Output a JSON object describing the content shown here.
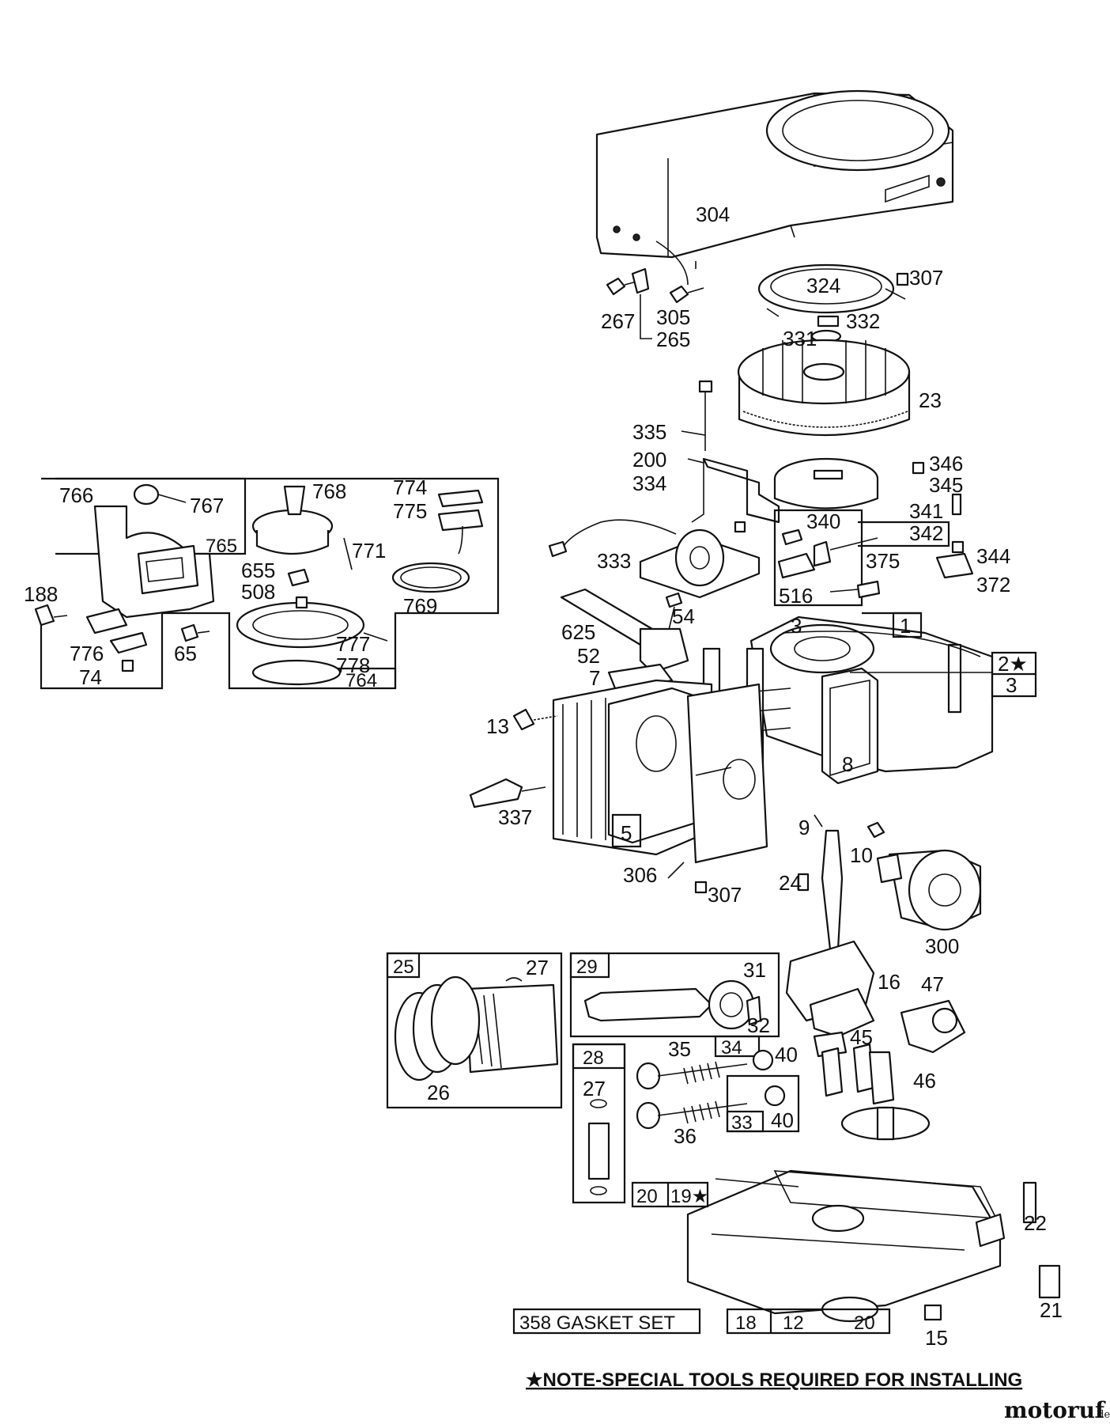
{
  "parts": {
    "304": "304",
    "307a": "307",
    "324": "324",
    "332": "332",
    "331": "331",
    "23": "23",
    "267": "267",
    "305": "305",
    "265": "265",
    "335": "335",
    "200": "200",
    "334": "334",
    "346": "346",
    "345": "345",
    "341": "341",
    "340": "340",
    "342": "342",
    "375": "375",
    "344": "344",
    "372": "372",
    "516": "516",
    "333": "333",
    "54": "54",
    "625": "625",
    "52": "52",
    "7": "7",
    "3a": "3",
    "1": "1",
    "2star": "2★",
    "3b": "3",
    "13": "13",
    "8": "8",
    "337": "337",
    "5": "5",
    "9": "9",
    "10": "10",
    "306": "306",
    "307b": "307",
    "24": "24",
    "300": "300",
    "766": "766",
    "767": "767",
    "768": "768",
    "774": "774",
    "775": "775",
    "765": "765",
    "771": "771",
    "655": "655",
    "508": "508",
    "769": "769",
    "188": "188",
    "65": "65",
    "776": "776",
    "74": "74",
    "777": "777",
    "778": "778",
    "764": "764",
    "25": "25",
    "27a": "27",
    "26": "26",
    "29": "29",
    "31": "31",
    "32": "32",
    "16": "16",
    "47": "47",
    "45": "45",
    "46": "46",
    "28": "28",
    "27b": "27",
    "35": "35",
    "34": "34",
    "40a": "40",
    "40b": "40",
    "36": "36",
    "33": "33",
    "20a": "20",
    "19star": "19★",
    "22": "22",
    "21": "21",
    "15": "15",
    "18": "18",
    "12": "12",
    "20b": "20",
    "358": "358 GASKET SET"
  },
  "note": "★NOTE-SPECIAL TOOLS REQUIRED  FOR INSTALLING",
  "watermark": {
    "name": "motoruf",
    "tld": ".de"
  }
}
